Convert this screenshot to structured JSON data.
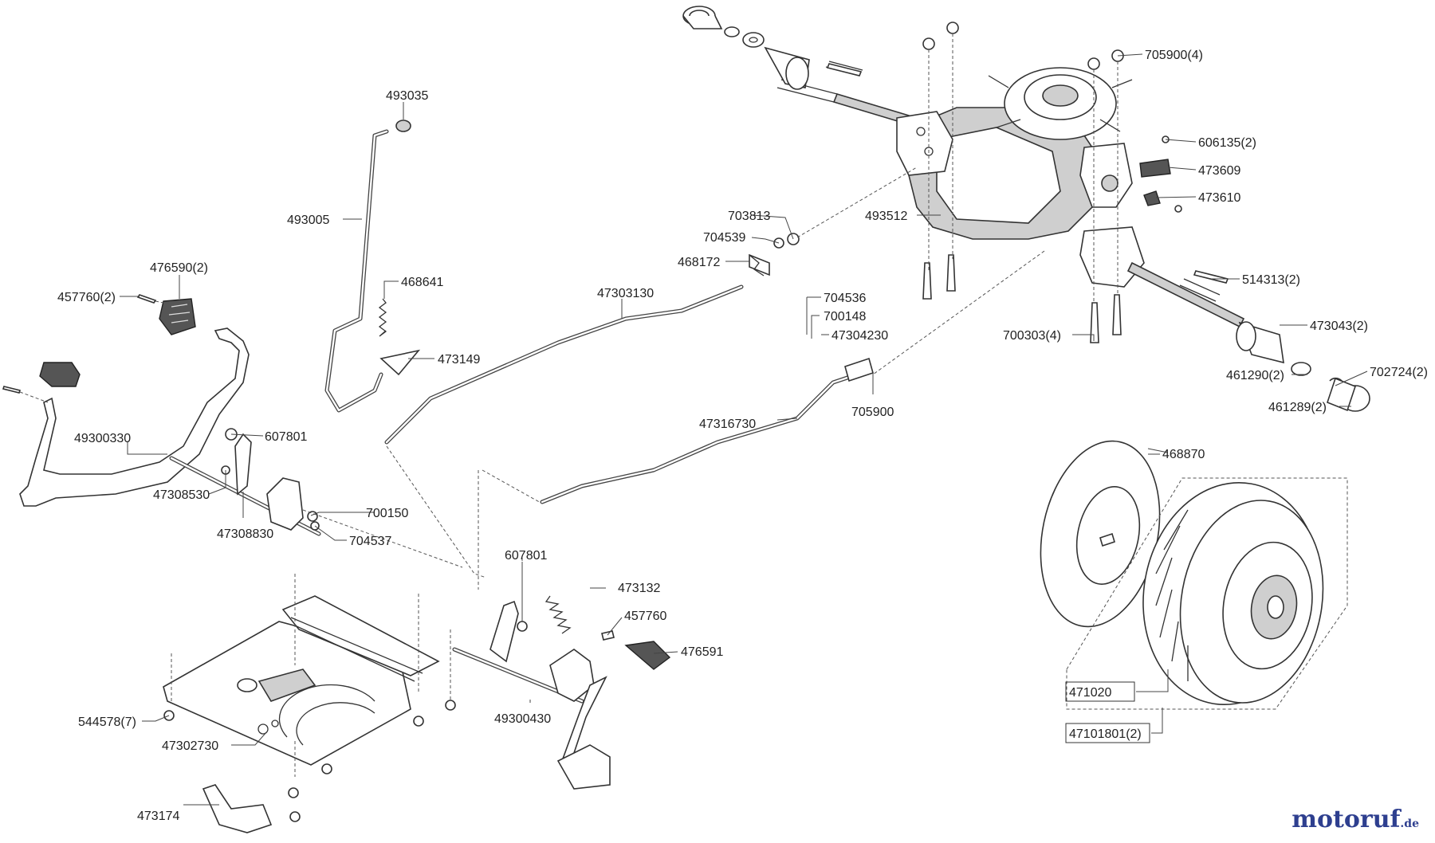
{
  "watermark": {
    "brand": "motoruf",
    "suffix": ".de"
  },
  "parts": [
    {
      "id": "p705900_4",
      "label": "705900(4)"
    },
    {
      "id": "p606135_2",
      "label": "606135(2)"
    },
    {
      "id": "p473609",
      "label": "473609"
    },
    {
      "id": "p473610",
      "label": "473610"
    },
    {
      "id": "p493512",
      "label": "493512"
    },
    {
      "id": "p703813",
      "label": "703813"
    },
    {
      "id": "p704539",
      "label": "704539"
    },
    {
      "id": "p468172",
      "label": "468172"
    },
    {
      "id": "p514313_2",
      "label": "514313(2)"
    },
    {
      "id": "p700303_4",
      "label": "700303(4)"
    },
    {
      "id": "p473043_2",
      "label": "473043(2)"
    },
    {
      "id": "p461290_2",
      "label": "461290(2)"
    },
    {
      "id": "p702724_2",
      "label": "702724(2)"
    },
    {
      "id": "p461289_2",
      "label": "461289(2)"
    },
    {
      "id": "p704536",
      "label": "704536"
    },
    {
      "id": "p700148",
      "label": "700148"
    },
    {
      "id": "p47304230",
      "label": "47304230"
    },
    {
      "id": "p705900",
      "label": "705900"
    },
    {
      "id": "p47316730",
      "label": "47316730"
    },
    {
      "id": "p468870",
      "label": "468870"
    },
    {
      "id": "p471020",
      "label": "471020"
    },
    {
      "id": "p47101801_2",
      "label": "47101801(2)"
    },
    {
      "id": "p493035",
      "label": "493035"
    },
    {
      "id": "p493005",
      "label": "493005"
    },
    {
      "id": "p468641",
      "label": "468641"
    },
    {
      "id": "p473149",
      "label": "473149"
    },
    {
      "id": "p47303130",
      "label": "47303130"
    },
    {
      "id": "p476590_2",
      "label": "476590(2)"
    },
    {
      "id": "p457760_2",
      "label": "457760(2)"
    },
    {
      "id": "p49300330",
      "label": "49300330"
    },
    {
      "id": "p607801_a",
      "label": "607801"
    },
    {
      "id": "p47308530",
      "label": "47308530"
    },
    {
      "id": "p47308830",
      "label": "47308830"
    },
    {
      "id": "p700150",
      "label": "700150"
    },
    {
      "id": "p704537",
      "label": "704537"
    },
    {
      "id": "p607801_b",
      "label": "607801"
    },
    {
      "id": "p473132",
      "label": "473132"
    },
    {
      "id": "p457760",
      "label": "457760"
    },
    {
      "id": "p476591",
      "label": "476591"
    },
    {
      "id": "p544578_7",
      "label": "544578(7)"
    },
    {
      "id": "p49300430",
      "label": "49300430"
    },
    {
      "id": "p47302730",
      "label": "47302730"
    },
    {
      "id": "p473174",
      "label": "473174"
    }
  ]
}
